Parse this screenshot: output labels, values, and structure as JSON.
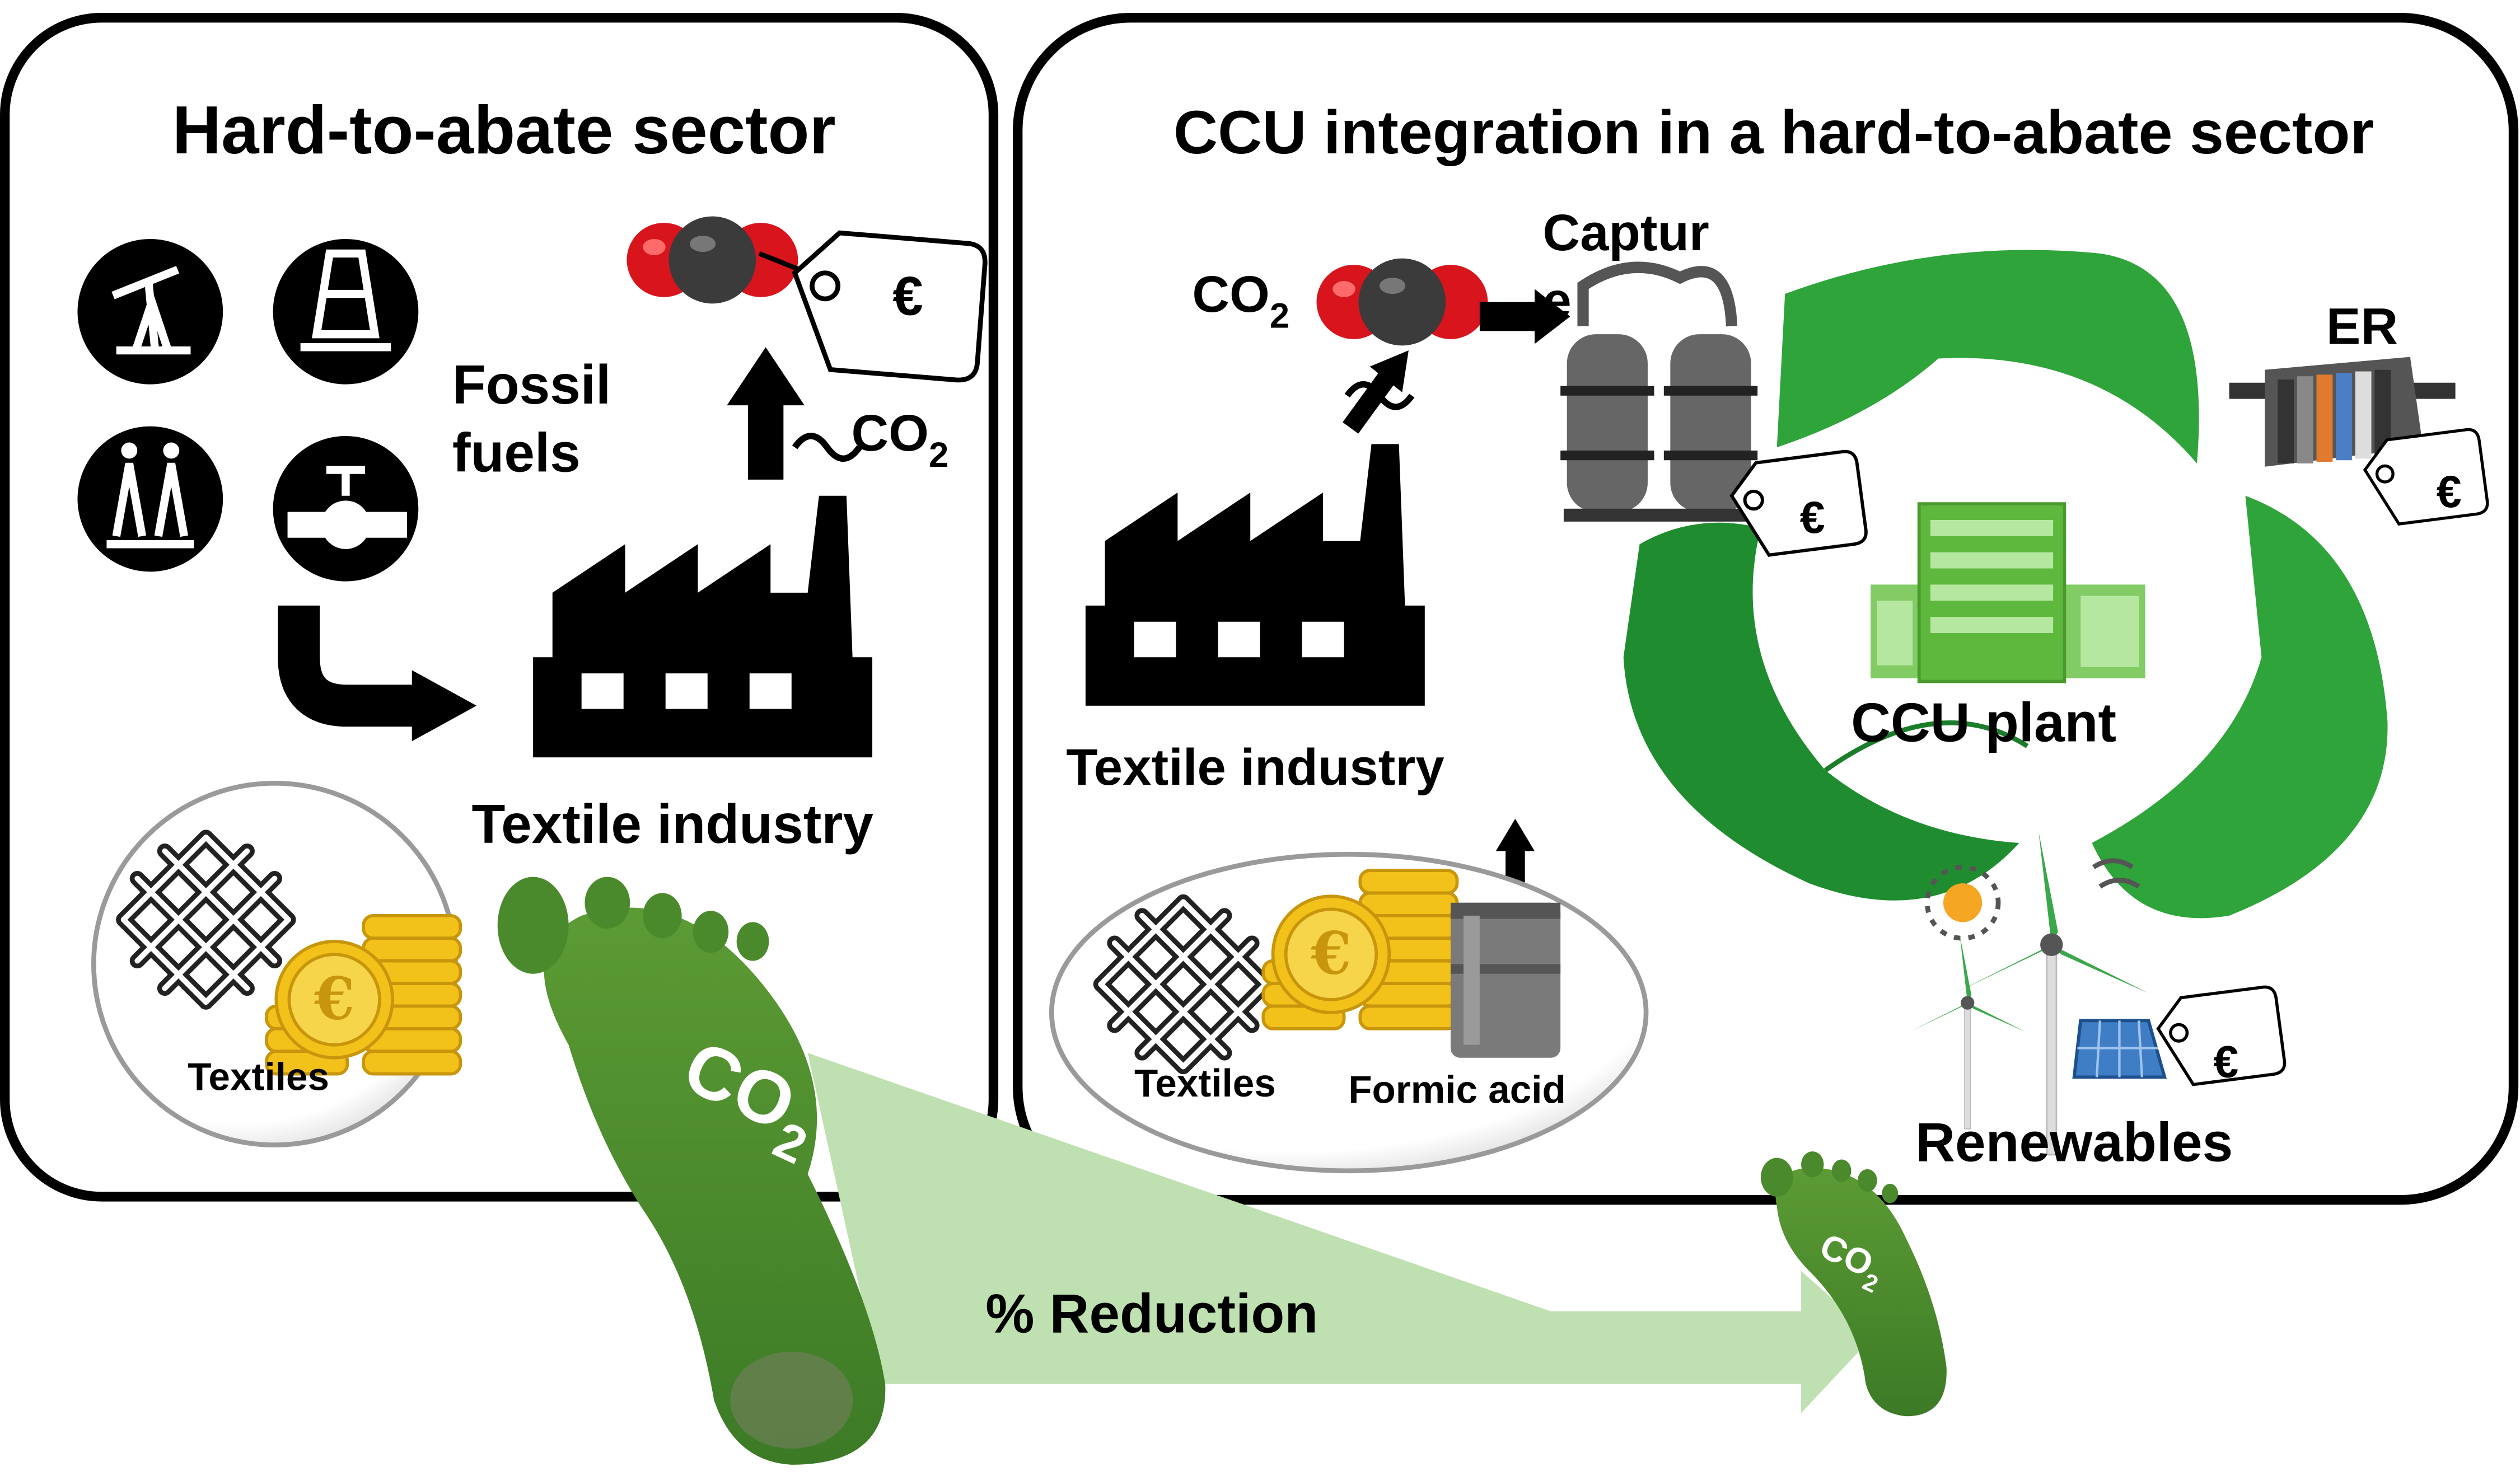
{
  "left_panel": {
    "title": "Hard-to-abate sector",
    "fossil_line1": "Fossil",
    "fossil_line2": "fuels",
    "co2_base": "CO",
    "co2_sub": "2",
    "industry_label": "Textile industry",
    "textiles_label": "Textiles",
    "price_symbol": "€"
  },
  "right_panel": {
    "title": "CCU integration in a hard-to-abate sector",
    "co2_base": "CO",
    "co2_sub": "2",
    "capture_line1": "Captur",
    "capture_line2": "e",
    "er_label": "ER",
    "plant_label": "CCU plant",
    "industry_label": "Textile industry",
    "textiles_label": "Textiles",
    "formic_label": "Formic acid",
    "renewables_label": "Renewables",
    "price_symbol": "€"
  },
  "footprint": {
    "large_base": "CO",
    "large_sub": "2",
    "small_base": "CO",
    "small_sub": "2",
    "reduction_label": "% Reduction"
  },
  "colors": {
    "border": "#000000",
    "leaf_green": "#2ea43a",
    "leaf_dark": "#1b7d2a",
    "foot_green": "#4a8a2c",
    "arrow_green": "#bfe0b0",
    "coin": "#f2c21b",
    "molecule_red": "#d8141c",
    "molecule_gray": "#3b3b3b"
  },
  "icons": [
    "oil-pump-icon",
    "offshore-rig-icon",
    "gas-flare-icon",
    "pipeline-valve-icon",
    "factory-icon",
    "co2-molecule-icon",
    "price-tag-icon",
    "textile-weave-icon",
    "coin-stack-icon",
    "capture-column-icon",
    "electrolyzer-icon",
    "ccu-plant-icon",
    "recycle-leaves-icon",
    "wind-turbine-icon",
    "solar-panel-icon",
    "sun-icon",
    "barrel-icon",
    "footprint-icon"
  ]
}
